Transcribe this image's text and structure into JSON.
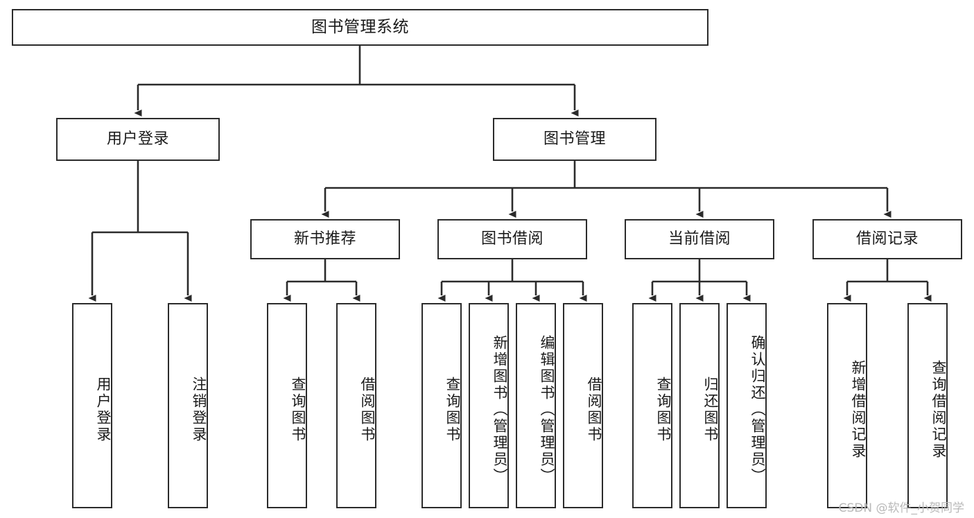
{
  "diagram": {
    "title": "图书管理系统",
    "type": "hierarchy-tree",
    "root": {
      "id": "root",
      "label": "图书管理系统"
    },
    "level2": [
      {
        "id": "user-login",
        "label": "用户登录"
      },
      {
        "id": "book-management",
        "label": "图书管理"
      }
    ],
    "level3": [
      {
        "id": "new-book-recommend",
        "label": "新书推荐",
        "parent": "book-management"
      },
      {
        "id": "book-borrow",
        "label": "图书借阅",
        "parent": "book-management"
      },
      {
        "id": "current-borrow",
        "label": "当前借阅",
        "parent": "book-management"
      },
      {
        "id": "borrow-record",
        "label": "借阅记录",
        "parent": "book-management"
      }
    ],
    "leaves": [
      {
        "id": "leaf-user-login",
        "label": "用户登录",
        "parent": "user-login"
      },
      {
        "id": "leaf-logout-login",
        "label": "注销登录",
        "parent": "user-login"
      },
      {
        "id": "leaf-query-book-1",
        "label": "查询图书",
        "parent": "new-book-recommend"
      },
      {
        "id": "leaf-borrow-book-1",
        "label": "借阅图书",
        "parent": "new-book-recommend"
      },
      {
        "id": "leaf-query-book-2",
        "label": "查询图书",
        "parent": "book-borrow"
      },
      {
        "id": "leaf-add-book",
        "label": "新增图书（管理员）",
        "parent": "book-borrow"
      },
      {
        "id": "leaf-edit-book",
        "label": "编辑图书（管理员）",
        "parent": "book-borrow"
      },
      {
        "id": "leaf-borrow-book-2",
        "label": "借阅图书",
        "parent": "book-borrow"
      },
      {
        "id": "leaf-query-book-3",
        "label": "查询图书",
        "parent": "current-borrow"
      },
      {
        "id": "leaf-return-book",
        "label": "归还图书",
        "parent": "current-borrow"
      },
      {
        "id": "leaf-confirm-return",
        "label": "确认归还（管理员）",
        "parent": "current-borrow"
      },
      {
        "id": "leaf-add-record",
        "label": "新增借阅记录",
        "parent": "borrow-record"
      },
      {
        "id": "leaf-query-record",
        "label": "查询借阅记录",
        "parent": "borrow-record"
      }
    ],
    "watermark": "CSDN @软件_小贺同学",
    "colors": {
      "stroke": "#2b2b2b",
      "fill": "#ffffff",
      "text": "#1a1a1a",
      "watermark": "#b9b9b9"
    }
  }
}
